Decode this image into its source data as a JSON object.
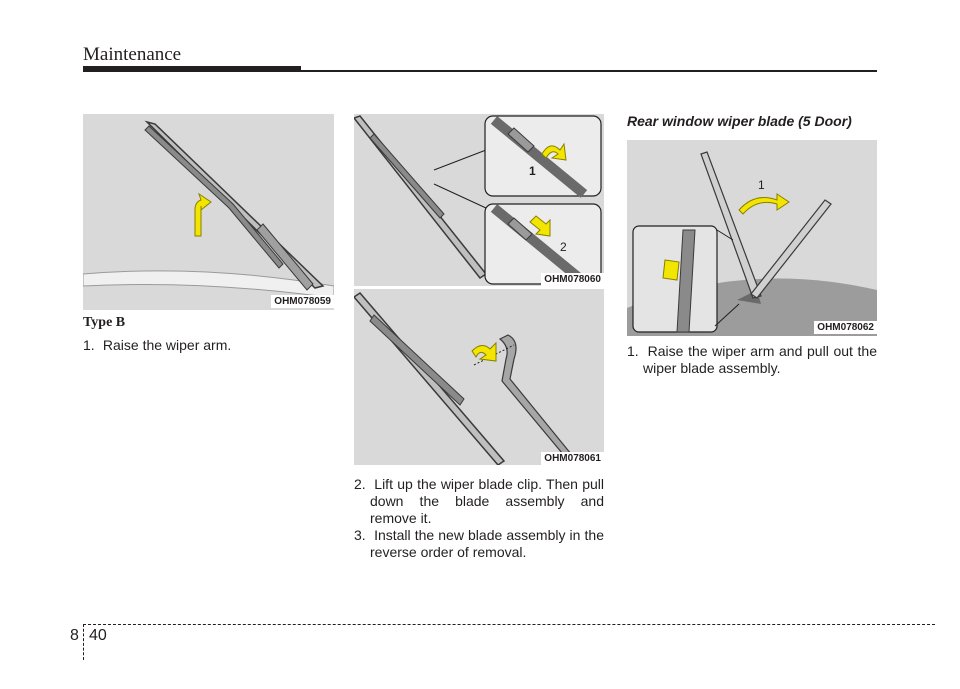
{
  "header": {
    "title": "Maintenance"
  },
  "figures": {
    "fig1": {
      "label": "OHM078059"
    },
    "fig2": {
      "label": "OHM078060",
      "callout_1": "1",
      "callout_2": "2"
    },
    "fig3": {
      "label": "OHM078061"
    },
    "fig4": {
      "label": "OHM078062",
      "callout_1": "1"
    }
  },
  "type_b": {
    "heading": "Type B",
    "step1_num": "1.",
    "step1_text": "Raise the wiper arm."
  },
  "middle_steps": {
    "step2_num": "2.",
    "step2_text": "Lift up the wiper blade clip. Then pull down the blade assembly and remove it.",
    "step3_num": "3.",
    "step3_text": "Install the new blade assembly in the reverse order of removal."
  },
  "rear": {
    "heading": "Rear window wiper blade (5 Door)",
    "step1_num": "1.",
    "step1_text": "Raise the wiper arm and pull out the wiper blade assembly."
  },
  "footer": {
    "section": "8",
    "page": "40"
  },
  "colors": {
    "text": "#231f20",
    "figure_bg": "#d9d9d9",
    "arrow": "#f2e600"
  }
}
